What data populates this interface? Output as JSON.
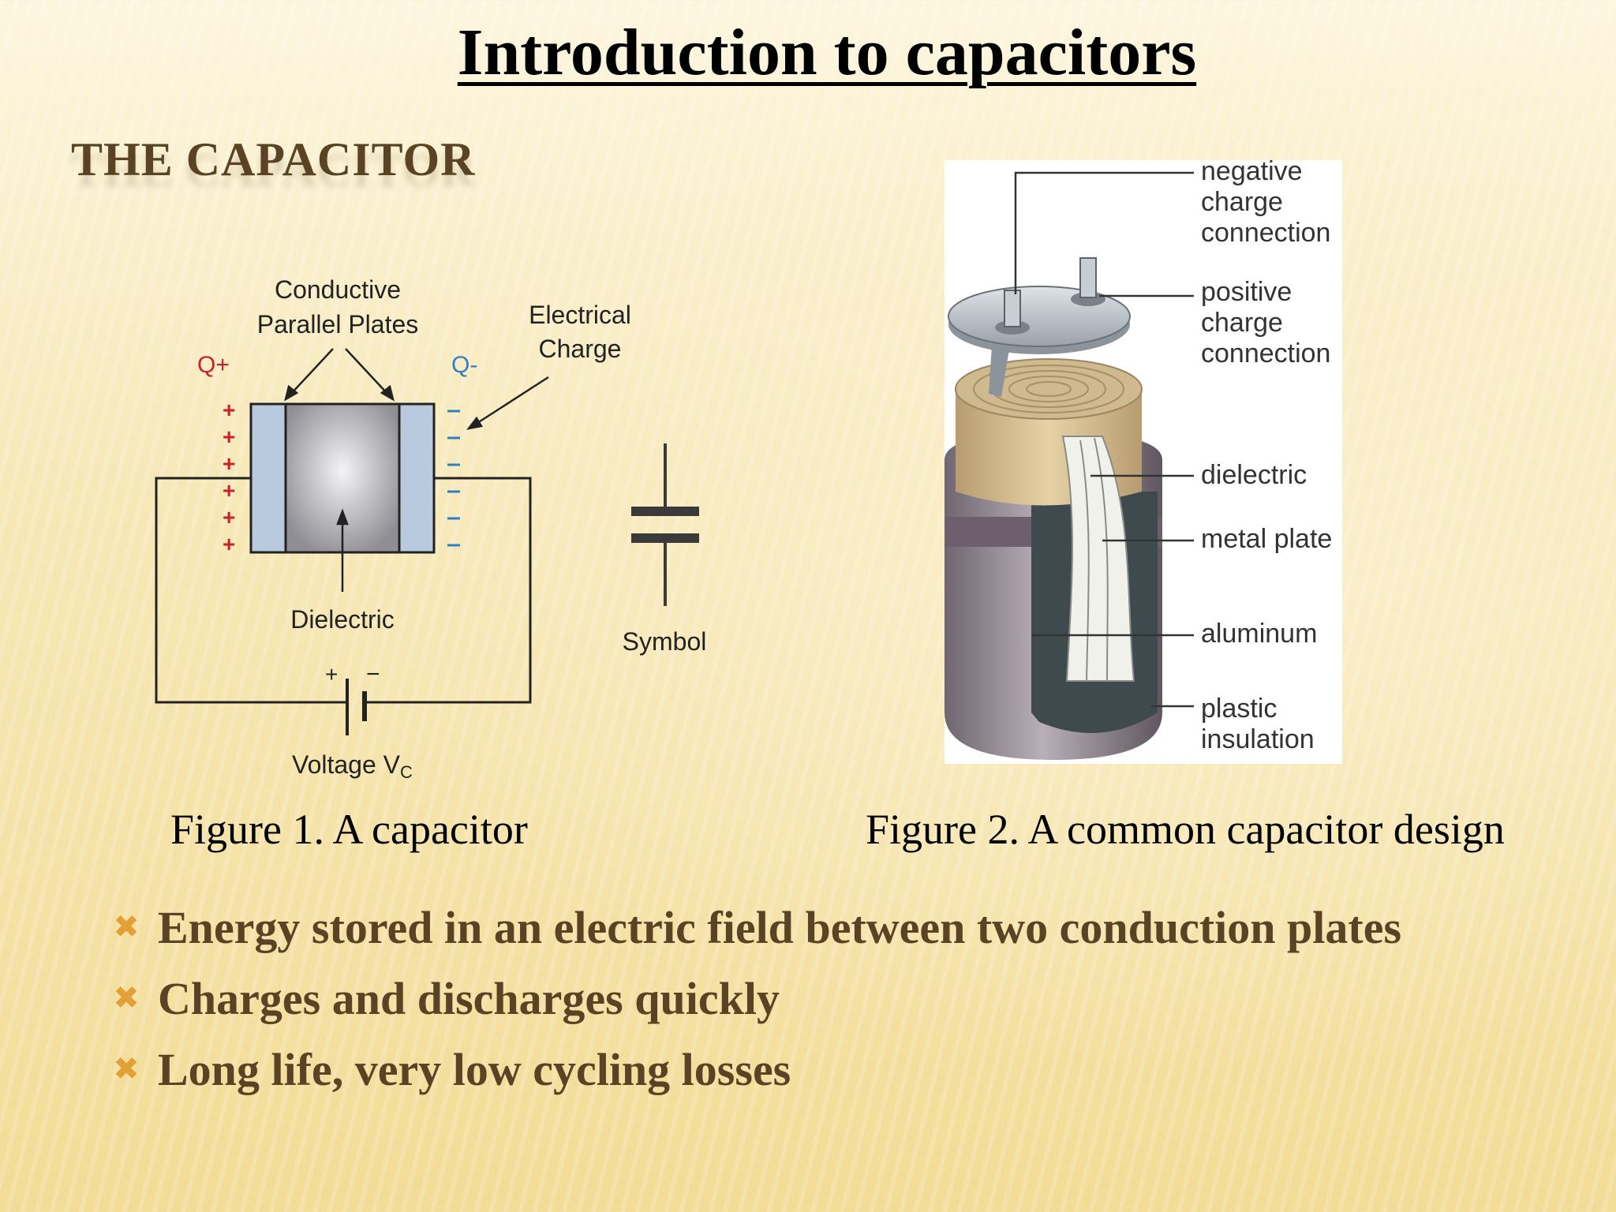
{
  "title": "Introduction to capacitors",
  "section": "THE CAPACITOR",
  "figure1": {
    "label_plates_line1": "Conductive",
    "label_plates_line2": "Parallel Plates",
    "label_charge_line1": "Electrical",
    "label_charge_line2": "Charge",
    "label_qplus": "Q+",
    "label_qminus": "Q-",
    "label_dielectric": "Dielectric",
    "label_voltage": "Voltage V",
    "label_voltage_sub": "C",
    "label_symbol": "Symbol",
    "caption": "Figure 1. A capacitor"
  },
  "figure2": {
    "label_negative_line1": "negative",
    "label_negative_line2": "charge",
    "label_negative_line3": "connection",
    "label_positive_line1": "positive",
    "label_positive_line2": "charge",
    "label_positive_line3": "connection",
    "label_dielectric": "dielectric",
    "label_metal_plate": "metal plate",
    "label_aluminum": "aluminum",
    "label_plastic_line1": "plastic",
    "label_plastic_line2": "insulation",
    "caption": "Figure 2. A common capacitor design"
  },
  "bullets": [
    {
      "icon": "x-bullet-icon",
      "text": "Energy stored in an electric field between two conduction plates"
    },
    {
      "icon": "x-bullet-icon",
      "text": "Charges and discharges quickly"
    },
    {
      "icon": "x-bullet-icon",
      "text": "Long life, very low cycling losses"
    }
  ],
  "colors": {
    "heading": "#5a4325",
    "bullet_marker": "#e3a035",
    "plus_sign": "#cc1f2b",
    "minus_sign": "#2f7fc1"
  }
}
